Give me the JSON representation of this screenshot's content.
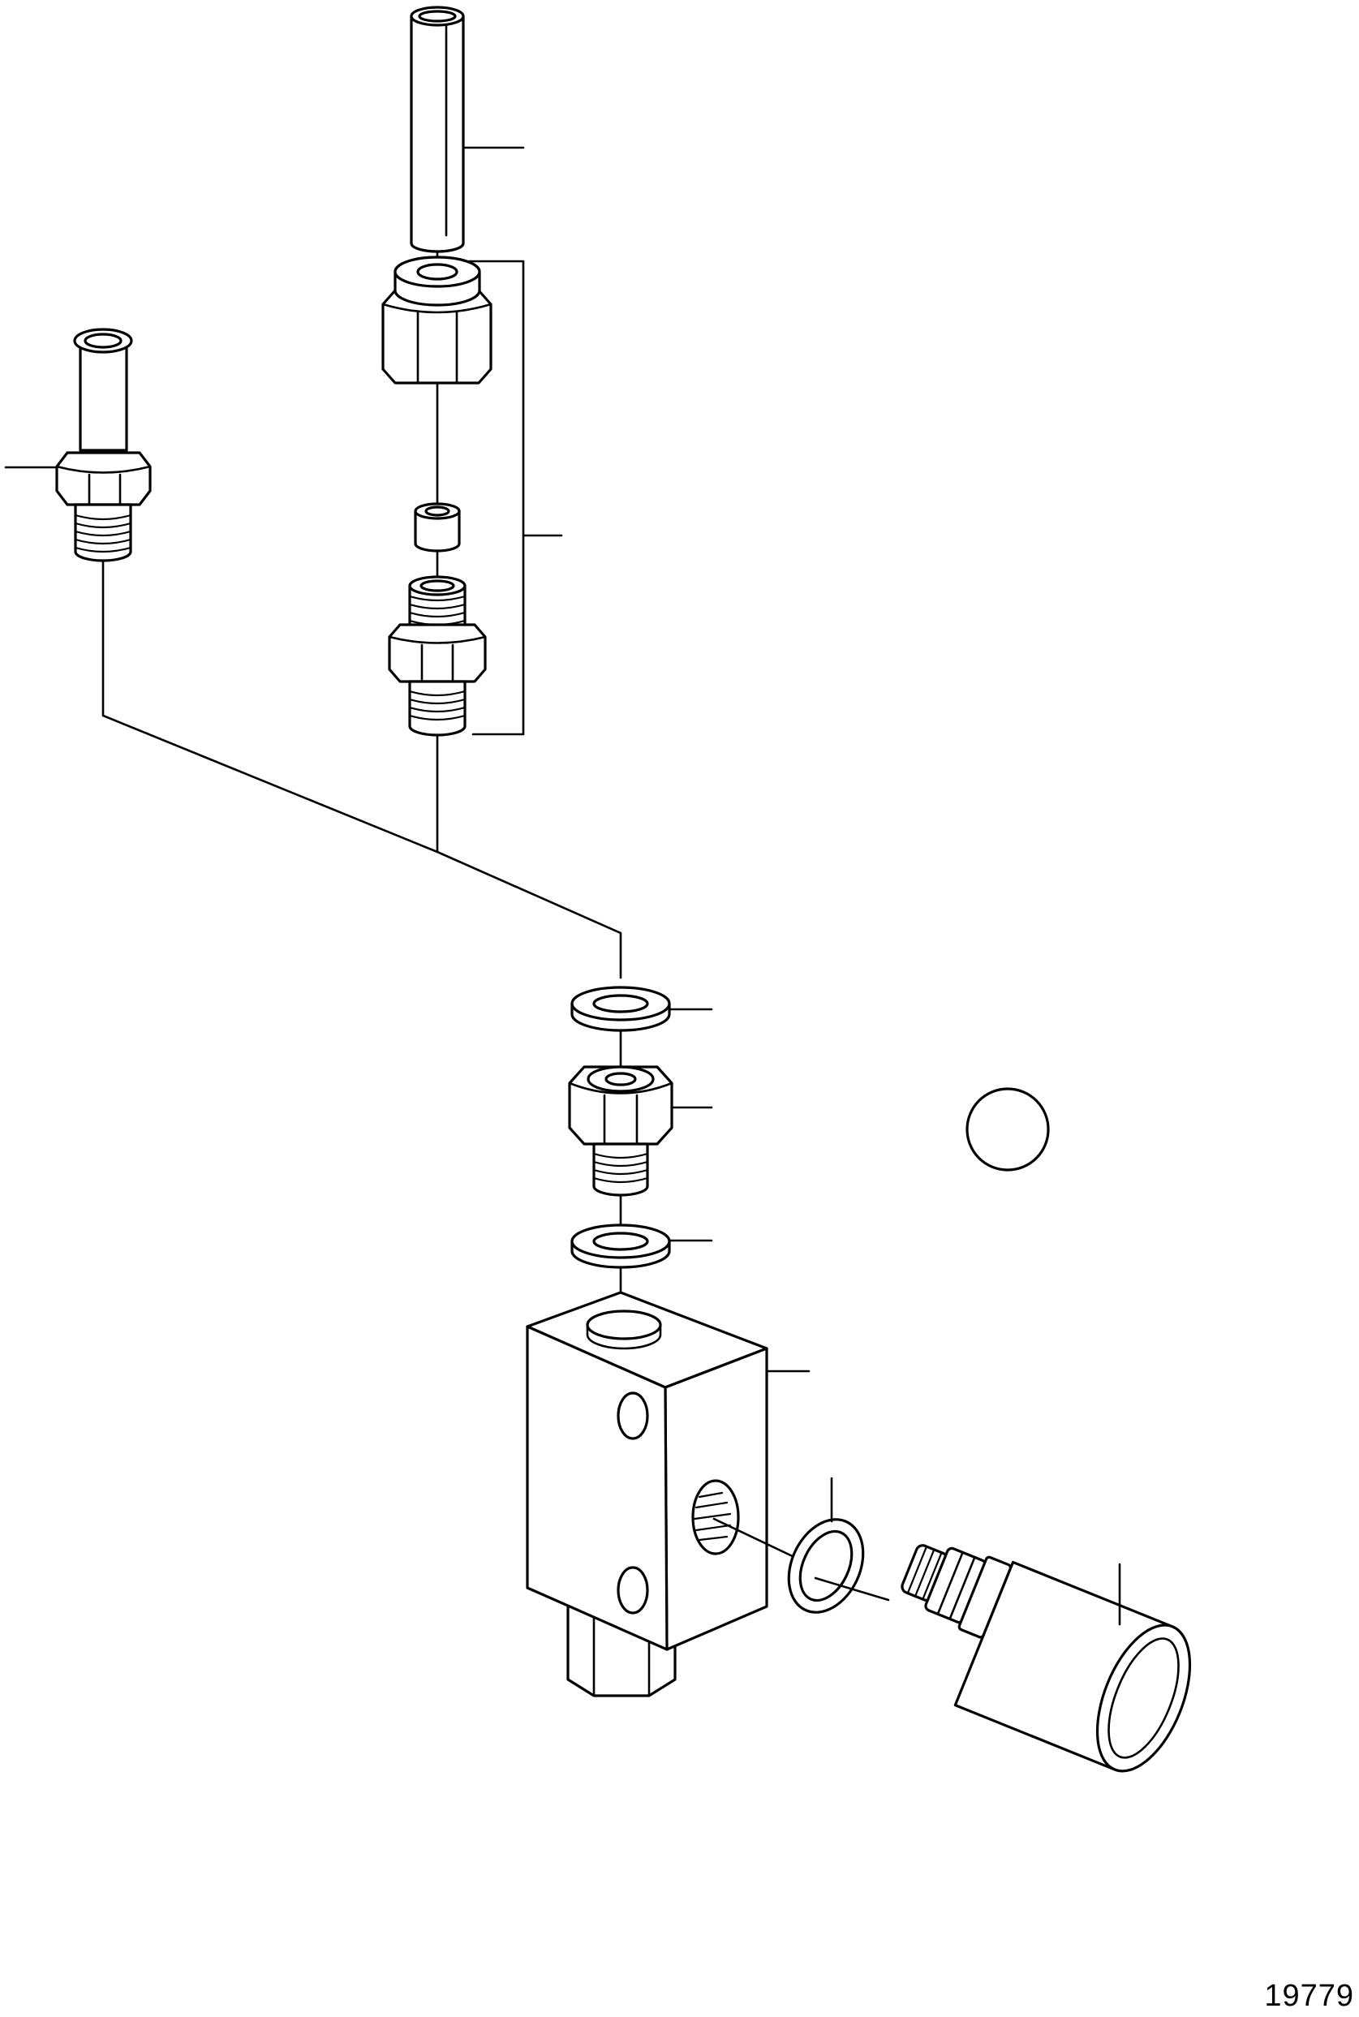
{
  "figure": {
    "number": "19779"
  },
  "parts": [
    {
      "name": "hose-tube"
    },
    {
      "name": "hose-nipple-fitting"
    },
    {
      "name": "union-nut"
    },
    {
      "name": "olive-ring"
    },
    {
      "name": "threaded-adapter"
    },
    {
      "name": "sealing-washer-upper"
    },
    {
      "name": "banjo-nut"
    },
    {
      "name": "sealing-washer-lower"
    },
    {
      "name": "valve-block"
    },
    {
      "name": "o-ring"
    },
    {
      "name": "pressure-sensor"
    },
    {
      "name": "detail-circle"
    }
  ],
  "colors": {
    "line": "#000000",
    "fill": "#ffffff"
  }
}
